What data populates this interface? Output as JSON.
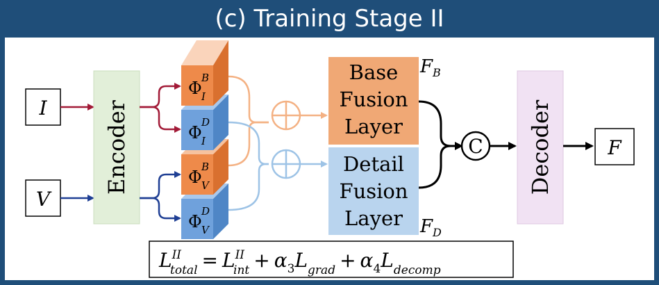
{
  "header": {
    "title": "(c) Training Stage II"
  },
  "inputs": {
    "infrared": "I",
    "visible": "V"
  },
  "encoder": {
    "label": "Encoder"
  },
  "features": {
    "base_ir": {
      "symbol": "Φ",
      "sup": "B",
      "sub": "I"
    },
    "detail_ir": {
      "symbol": "Φ",
      "sup": "D",
      "sub": "I"
    },
    "base_vis": {
      "symbol": "Φ",
      "sup": "B",
      "sub": "V"
    },
    "detail_vis": {
      "symbol": "Φ",
      "sup": "D",
      "sub": "V"
    }
  },
  "fusion": {
    "base_line1": "Base",
    "base_line2": "Fusion",
    "base_line3": "Layer",
    "base_tag_main": "F",
    "base_tag_sub": "B",
    "detail_line1": "Detail",
    "detail_line2": "Fusion",
    "detail_line3": "Layer",
    "detail_tag_main": "F",
    "detail_tag_sub": "D"
  },
  "concat": {
    "symbol": "C"
  },
  "decoder": {
    "label": "Decoder"
  },
  "output": {
    "label": "F"
  },
  "loss": {
    "lhs": "L",
    "lhs_sup": "II",
    "lhs_sub": "total",
    "eq": "=",
    "t1": "L",
    "t1_sup": "II",
    "t1_sub": "int",
    "plus1": "+",
    "a3": "α",
    "a3_sub": "3",
    "t2": "L",
    "t2_sub": "grad",
    "plus2": "+",
    "a4": "α",
    "a4_sub": "4",
    "t3": "L",
    "t3_sub": "decomp"
  },
  "colors": {
    "frame": "#1f4e79",
    "red_arrow": "#a21a37",
    "blue_arrow": "#1f3f94",
    "base_fill": "#f0a875",
    "base_feature": "#ee8a4a",
    "detail_fill": "#b9d4ee",
    "detail_feature": "#6fa1dc",
    "encoder_fill": "#e2efd9",
    "decoder_fill": "#f1e2f3",
    "light_orange_arrow": "#f4b183",
    "light_blue_arrow": "#9dc3e6"
  }
}
